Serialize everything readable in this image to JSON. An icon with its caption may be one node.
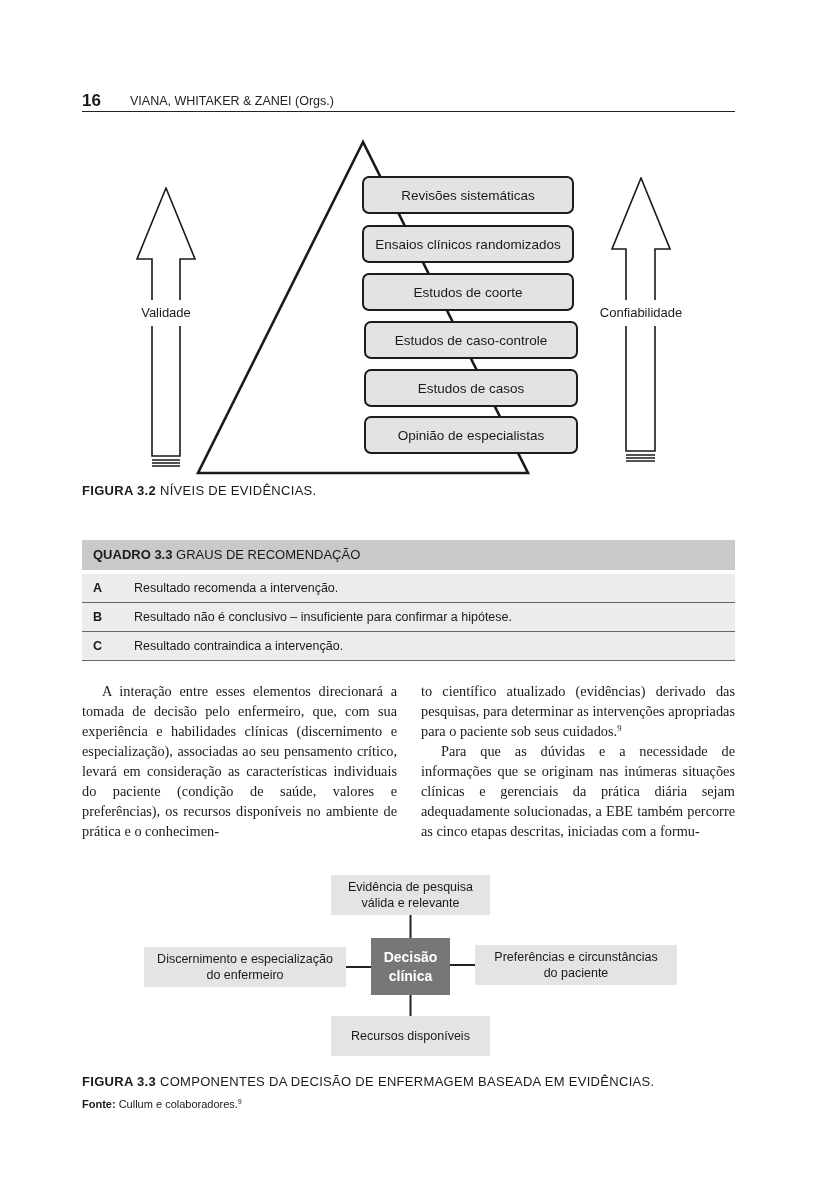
{
  "diagram": {
    "nodes": [
      {
        "text": [],
        "shape": "triangle"
      },
      {
        "text": [
          "Revisões sistemáticas"
        ]
      },
      {
        "text": [
          "Ensaios clínicos randomizados"
        ]
      },
      {
        "text": [
          "Estudos de coorte"
        ]
      },
      {
        "text": [
          "Estudos de caso-controle"
        ]
      },
      {
        "text": [
          "Estudos de casos"
        ]
      },
      {
        "text": [
          "Opinião de especialistas"
        ]
      },
      {
        "text": [
          "Evidência de pesquisa válida e relevante"
        ]
      },
      {
        "text": [
          "Discernimento e especialização do enfermeiro"
        ]
      },
      {
        "text": [
          "Decisão clínica"
        ]
      },
      {
        "text": [
          "Preferências e circunstâncias do paciente"
        ]
      },
      {
        "text": [
          "Recursos disponíveis"
        ]
      }
    ],
    "edges": [
      {
        "from": 7,
        "to": 9,
        "arrow": "none"
      },
      {
        "from": 8,
        "to": 9,
        "arrow": "none"
      },
      {
        "from": 10,
        "to": 9,
        "arrow": "none"
      },
      {
        "from": 11,
        "to": 9,
        "arrow": "none"
      }
    ],
    "labels": [
      "16",
      "VIANA, WHITAKER & ZANEI (Orgs.)",
      "Validade",
      "Confiabilidade",
      "**FIGURA 3.2** NÍVEIS DE EVIDÊNCIAS.",
      "**QUADRO 3.3** GRAUS DE RECOMENDAÇÃO",
      "A",
      "Resultado recomenda a intervenção.",
      "B",
      "Resultado não é conclusivo – insuficiente para confirmar a hipótese.",
      "C",
      "Resultado contraindica a intervenção.",
      "A interação entre esses elementos direcionará a tomada de decisão pelo enfermeiro, que, com sua experiência e habilidades clínicas (discernimento e especialização), associadas ao seu pensamento crítico, levará em consideração as características individuais do paciente (condição de saúde, valores e preferências), os recursos disponíveis no ambiente de prática e o conhecimen-",
      "to científico atualizado (evidências) derivado das pesquisas, para determinar as intervenções apropriadas para o paciente sob seus cuidados.$^{9}$",
      "Para que as dúvidas e a necessidade de informações que se originam nas inúmeras situações clínicas e gerenciais da prática diária sejam adequadamente solucionadas, a EBE também percorre as cinco etapas descritas, iniciadas com a formu-",
      "**FIGURA 3.3** COMPONENTES DA DECISÃO DE ENFERMAGEM BASEADA EM EVIDÊNCIAS.",
      "**Fonte:** Cullum e colaboradores.$^{9}$"
    ]
  }
}
